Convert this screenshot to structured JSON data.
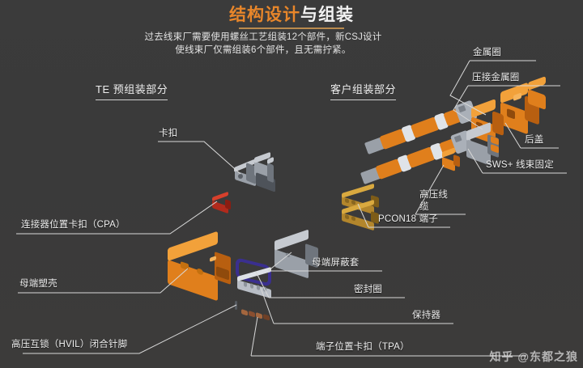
{
  "header": {
    "title_highlight": "结构设计",
    "title_rest": "与组装",
    "subtitle": "过去线束厂需要使用螺丝工艺组装12个部件，新CSJ设计使线束厂仅需组装6个部件，且无需拧紧。"
  },
  "sections": {
    "left": "TE 预组装部分",
    "right": "客户组装部分"
  },
  "callouts": {
    "buckle": "卡扣",
    "cpa": "连接器位置卡扣（CPA）",
    "female_housing": "母端塑壳",
    "hvil": "高压互锁（HVIL）闭合针脚",
    "female_shield": "母端屏蔽套",
    "seal_ring": "密封圈",
    "retainer": "保持器",
    "tpa": "端子位置卡扣（TPA）",
    "pcon18": "PCON18 端子",
    "hv_cable_line1": "高压线",
    "hv_cable_line2": "缆",
    "metal_ring": "金属圈",
    "crimp_metal_ring": "压接金属圈",
    "back_cover": "后盖",
    "sws_harness": "SWS+ 线束固定"
  },
  "watermark": {
    "text": "知乎 @东都之狼"
  },
  "colors": {
    "background": "#3a3a3a",
    "accent_orange": "#e8862a",
    "title_rule": "#b98a4e",
    "label_text": "#f0f0f0",
    "leader_line": "#d8d8d8",
    "part_orange": "#e07f1c",
    "part_gray": "#9aa0a8",
    "part_gold": "#b3862c",
    "part_seal_blue": "#3a2f8f",
    "part_red": "#b12a1c"
  }
}
